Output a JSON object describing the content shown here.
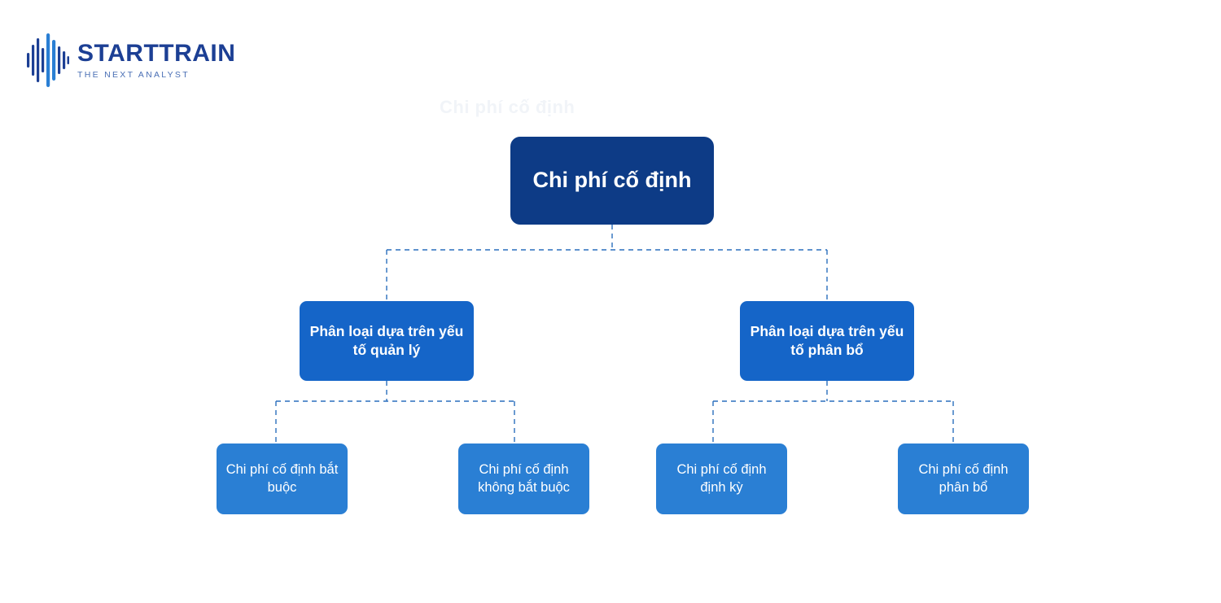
{
  "brand": {
    "name_part1": "START",
    "name_part2": "TRAIN",
    "tagline": "THE NEXT ANALYST",
    "logo_icon": "bar-equalizer-icon",
    "color": "#1c3f94"
  },
  "ghost_title": "Chi phí cố định",
  "diagram": {
    "type": "tree",
    "colors": {
      "root": "#0d3b86",
      "mid": "#1565c8",
      "leaf": "#2a7fd4",
      "connector": "#2a6fbd"
    },
    "root": {
      "label": "Chi phí cố định"
    },
    "branches": [
      {
        "label": "Phân loại dựa trên yếu tố quản lý",
        "children": [
          {
            "label": "Chi phí cố định bắt buộc"
          },
          {
            "label": "Chi phí cố định không bắt buộc"
          }
        ]
      },
      {
        "label": "Phân loại dựa trên yếu tố phân bổ",
        "children": [
          {
            "label": "Chi phí cố định định kỳ"
          },
          {
            "label": "Chi phí cố định phân bổ"
          }
        ]
      }
    ]
  }
}
